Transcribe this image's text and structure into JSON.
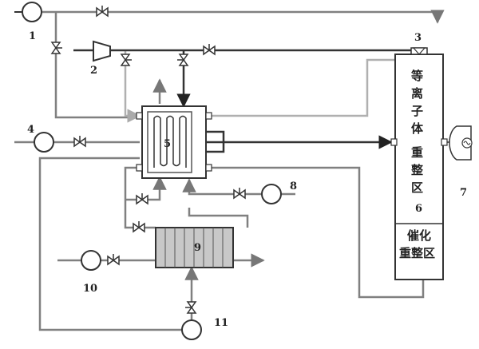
{
  "labels": {
    "n1": "1",
    "n2": "2",
    "n3": "3",
    "n4": "4",
    "n5": "5",
    "n6": "6",
    "n7": "7",
    "n8": "8",
    "n9": "9",
    "n10": "10",
    "n11": "11"
  },
  "plasma_zone": [
    "等",
    "离",
    "子",
    "体",
    "重",
    "整",
    "区"
  ],
  "catalytic_zone": {
    "line1": "催化",
    "line2": "重整区"
  }
}
